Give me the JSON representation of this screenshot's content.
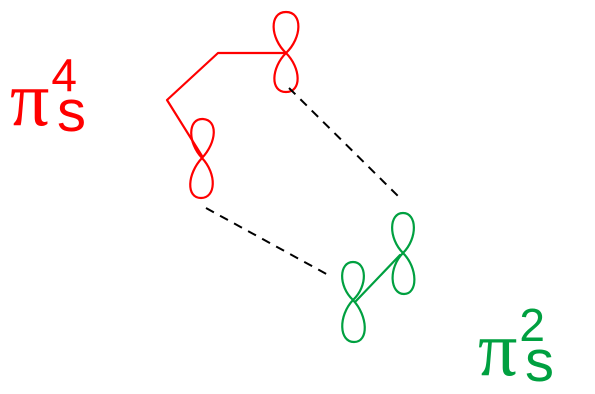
{
  "diagram": {
    "diene_label": {
      "symbol": "π",
      "superscript": "4",
      "subscript": "s",
      "color": "#ff0000"
    },
    "alkene_label": {
      "symbol": "π",
      "superscript": "2",
      "subscript": "s",
      "color": "#00a040"
    },
    "colors": {
      "diene": "#ff0000",
      "alkene": "#00a040",
      "interaction": "#000000"
    },
    "icons": {
      "orbital_lobe": "p-orbital-lobe-icon"
    }
  }
}
